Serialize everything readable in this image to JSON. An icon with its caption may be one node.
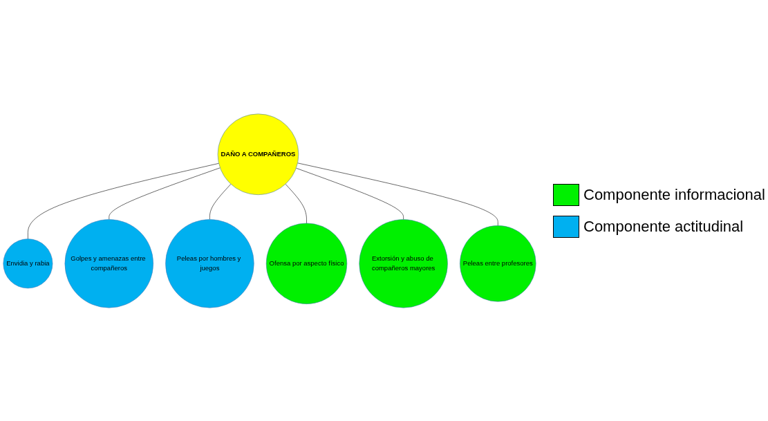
{
  "diagram": {
    "nodes": [
      {
        "text": [
          "DAÑO A COMPAÑEROS"
        ]
      },
      {
        "text": [
          "Envidia y rabia"
        ]
      },
      {
        "text": [
          "Golpes y amenazas entre compañeros"
        ]
      },
      {
        "text": [
          "Peleas por hombres y juegos"
        ]
      },
      {
        "text": [
          "Ofensa por aspecto físico"
        ]
      },
      {
        "text": [
          "Extorsión y abuso de compañeros mayores"
        ]
      },
      {
        "text": [
          "Peleas entre profesores"
        ]
      }
    ],
    "edges": [
      {
        "from": 0,
        "to": 1,
        "arrow": "none"
      },
      {
        "from": 0,
        "to": 2,
        "arrow": "none"
      },
      {
        "from": 0,
        "to": 3,
        "arrow": "none"
      },
      {
        "from": 0,
        "to": 4,
        "arrow": "none"
      },
      {
        "from": 0,
        "to": 5,
        "arrow": "none"
      },
      {
        "from": 0,
        "to": 6,
        "arrow": "none"
      }
    ],
    "legend": [
      {
        "text": "Componente informacional",
        "color": "#00f000"
      },
      {
        "text": "Componente actitudinal",
        "color": "#00b0f0"
      }
    ]
  }
}
